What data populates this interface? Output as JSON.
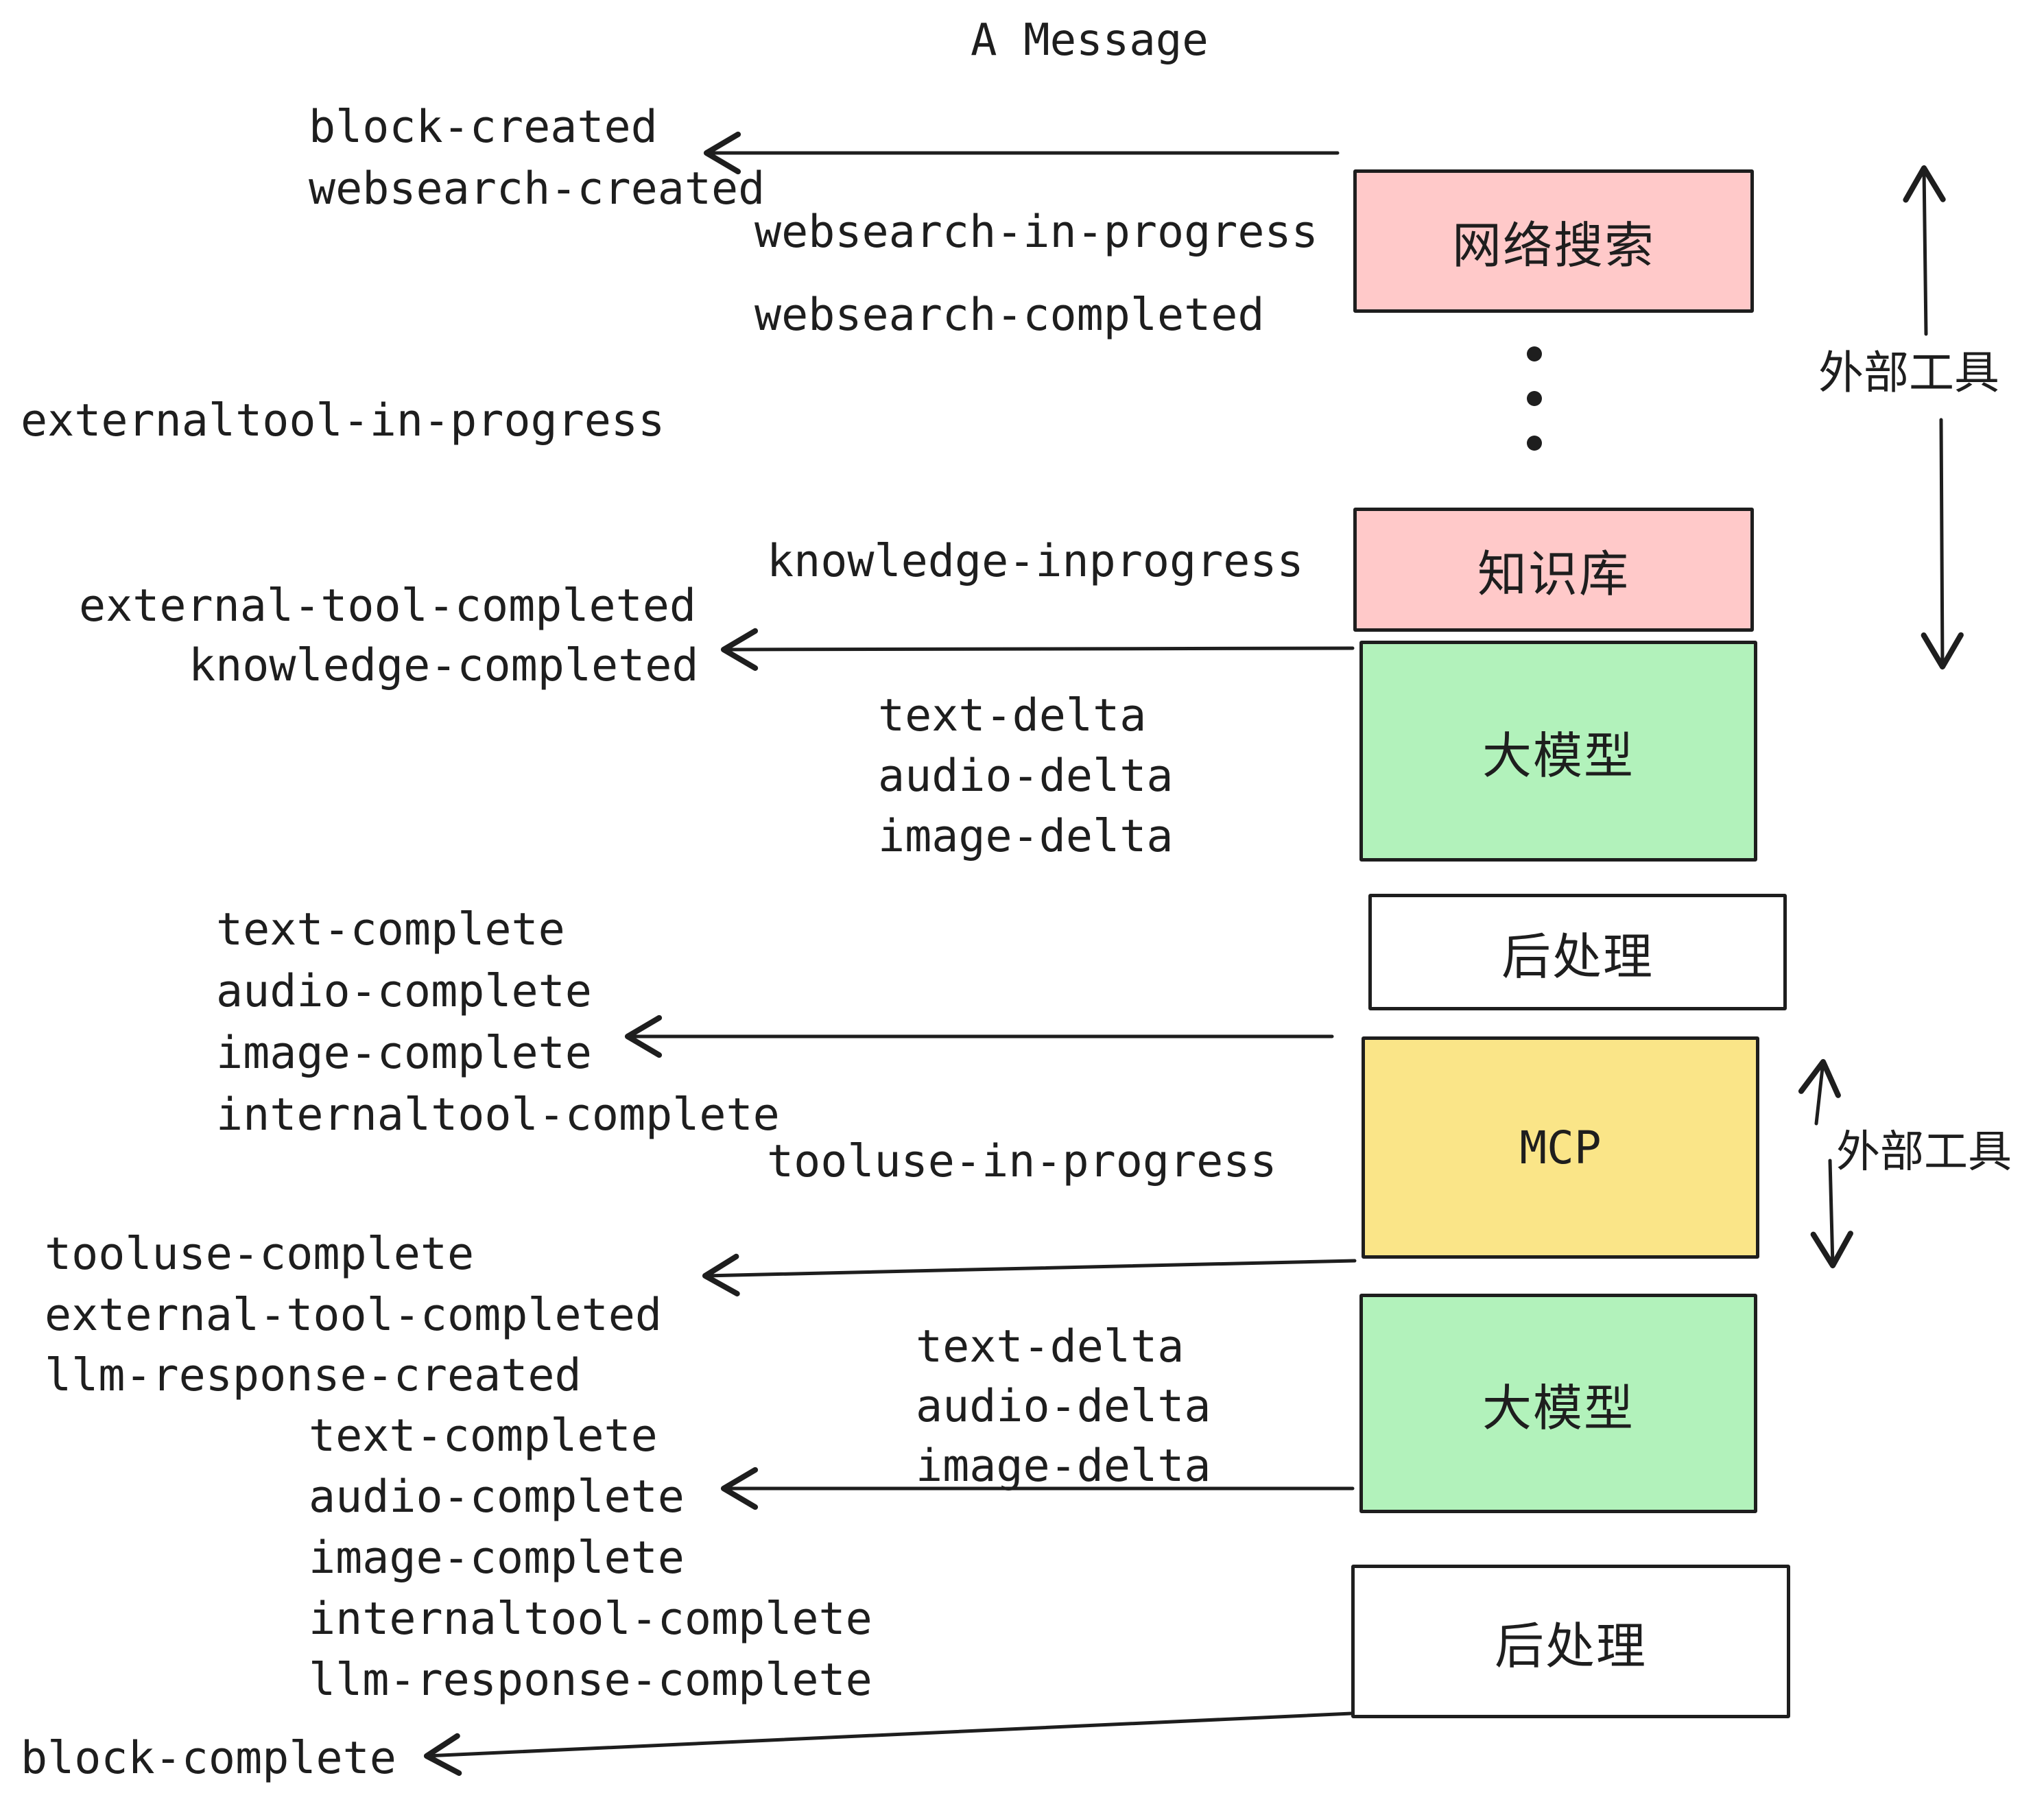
{
  "title": "A Message",
  "palette": {
    "pink": "#FFC9C9",
    "green": "#B2F2BB",
    "yellow": "#FAE588",
    "white": "#FFFFFF",
    "ink": "#1E1E1E"
  },
  "boxes": {
    "websearch": {
      "label": "网络搜索"
    },
    "knowledge": {
      "label": "知识库"
    },
    "llm": {
      "label": "大模型"
    },
    "postprocess": {
      "label": "后处理"
    },
    "mcp": {
      "label": "MCP"
    }
  },
  "side": {
    "external_tools": "外部工具"
  },
  "events": {
    "block_created": "block-created",
    "websearch_created": "websearch-created",
    "websearch_in_progress": "websearch-in-progress",
    "websearch_completed": "websearch-completed",
    "externaltool_in_progress": "externaltool-in-progress",
    "knowledge_inprogress": "knowledge-inprogress",
    "external_tool_completed": "external-tool-completed",
    "knowledge_completed": "knowledge-completed",
    "text_delta": "text-delta",
    "audio_delta": "audio-delta",
    "image_delta": "image-delta",
    "text_complete": "text-complete",
    "audio_complete": "audio-complete",
    "image_complete": "image-complete",
    "internaltool_complete": "internaltool-complete",
    "tooluse_in_progress": "tooluse-in-progress",
    "tooluse_complete": "tooluse-complete",
    "llm_response_created": "llm-response-created",
    "llm_response_complete": "llm-response-complete",
    "block_complete": "block-complete"
  }
}
